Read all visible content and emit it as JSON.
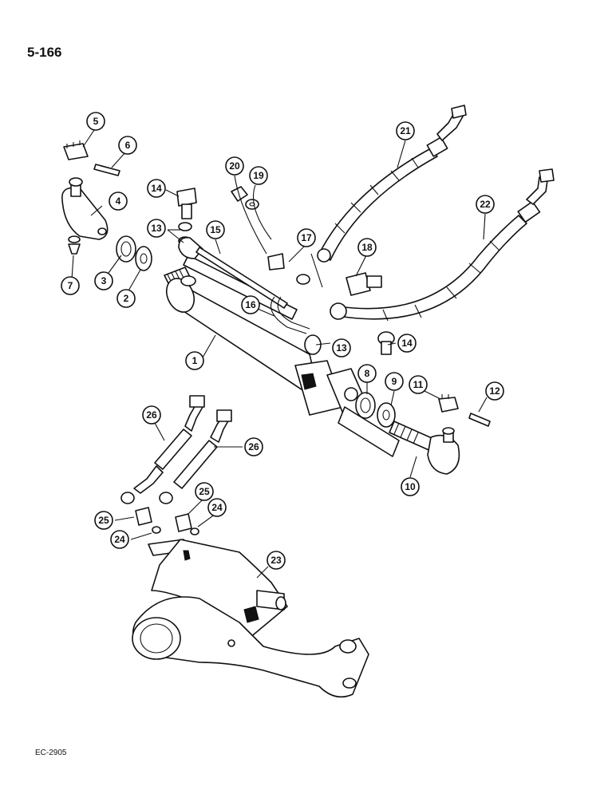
{
  "page_number": "5-166",
  "drawing_code": "EC-2905",
  "callouts": [
    "1",
    "2",
    "3",
    "4",
    "5",
    "6",
    "7",
    "8",
    "9",
    "10",
    "11",
    "12",
    "13",
    "13",
    "14",
    "14",
    "15",
    "16",
    "17",
    "18",
    "19",
    "20",
    "21",
    "22",
    "23",
    "24",
    "24",
    "25",
    "25",
    "26",
    "26"
  ]
}
